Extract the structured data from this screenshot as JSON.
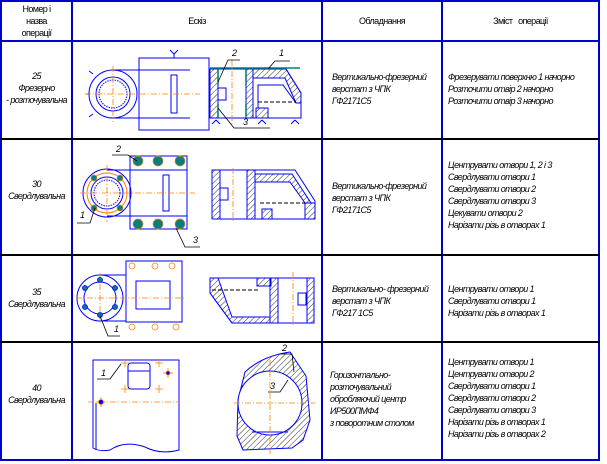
{
  "header": {
    "col_number": [
      "Номер і",
      "назва",
      "операції"
    ],
    "col_sketch": "Ескіз",
    "col_equipment": "Обладнання",
    "col_content": "Зміст   операції"
  },
  "rows": [
    {
      "number": "25",
      "name_lines": [
        "Фрезерно",
        "- розточувальна"
      ],
      "equipment_lines": [
        "Вертикально-фрезерний",
        "верстат  з  ЧПК",
        "ГФ2171С5"
      ],
      "operations": [
        "Фрезерувати поверхню 1 начорно",
        "Розточити отвір  2 начорно",
        "Розточити отвір  3 начорно"
      ],
      "callouts": [
        "1",
        "2",
        "3"
      ]
    },
    {
      "number": "30",
      "name_lines": [
        "Свердлувальна"
      ],
      "equipment_lines": [
        "Вертикально-фрезерний",
        "верстат  з  ЧПК",
        "ГФ2171С5"
      ],
      "operations": [
        "Центрувати отвори  1, 2 і 3",
        "Свердлувати отвори  1",
        "Свердлувати отвори  2",
        "Свердлувати отвори  3",
        "Цекувати отвори  2",
        "Нарізати різь в отворах  1"
      ],
      "callouts": [
        "1",
        "2",
        "3"
      ]
    },
    {
      "number": "35",
      "name_lines": [
        "Свердлувальна"
      ],
      "equipment_lines": [
        "Вертикально- фрезерний",
        "верстат  з  ЧПК",
        "ГФ217 1С5"
      ],
      "operations": [
        "Центрувати отвори  1",
        "Свердлувати отвори  1",
        "Нарізати різь в отворах  1"
      ],
      "callouts": [
        "1"
      ]
    },
    {
      "number": "40",
      "name_lines": [
        "Свердлувальна"
      ],
      "equipment_lines": [
        "Горизонтально-",
        "розточувальний",
        "обробляючий центр",
        "ИР500ПМФ4",
        "з поворотним столом"
      ],
      "operations": [
        "Центрувати отвори  1",
        "Центрувати отвори  2",
        "Свердлувати отвори  1",
        "Свердлувати отвори  2",
        "Свердлувати отвори  3",
        "Нарізати різь в отворах  1",
        "Нарізати різь в отворах  2"
      ],
      "callouts": [
        "1",
        "2",
        "3"
      ]
    }
  ],
  "colors": {
    "grid_vertical": "#0000cc",
    "grid_horizontal": "#000000",
    "outline": "#0000ff",
    "axis": "#ff8000",
    "machined_surface": "#008080",
    "hatch": "#000000"
  }
}
